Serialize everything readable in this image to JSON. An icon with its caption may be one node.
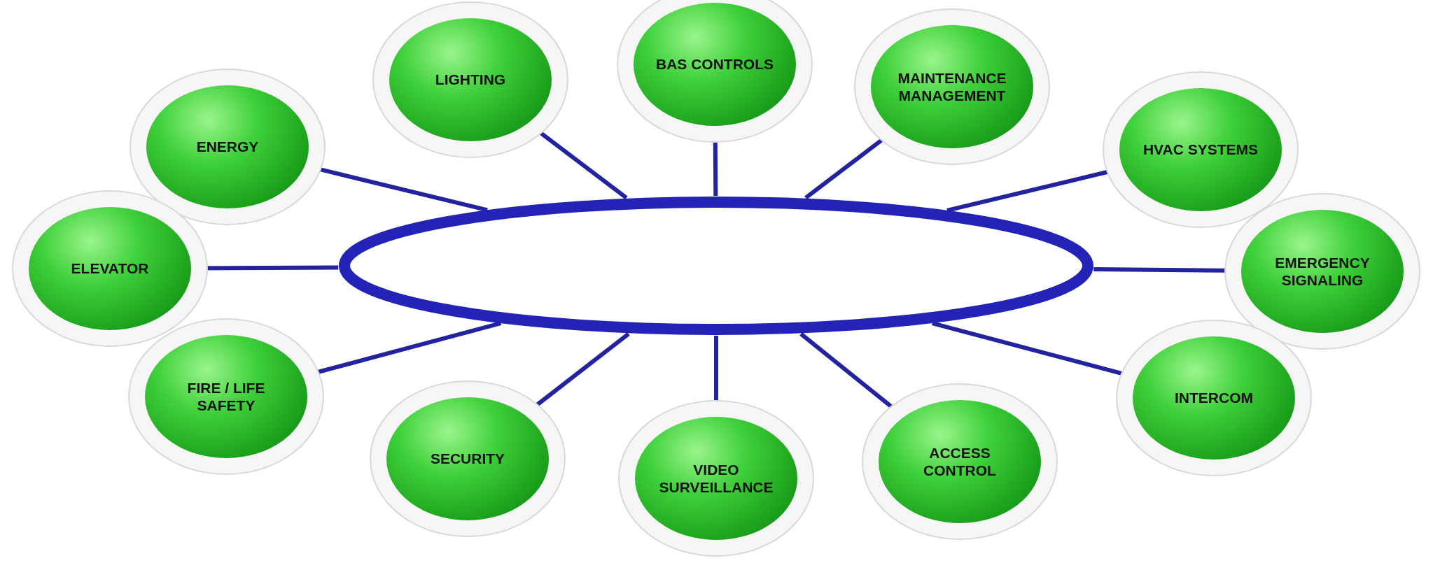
{
  "diagram": {
    "nodes": [
      {
        "text": [],
        "shape": "ellipse"
      },
      {
        "text": [
          "ENERGY"
        ]
      },
      {
        "text": [
          "LIGHTING"
        ]
      },
      {
        "text": [
          "BAS CONTROLS"
        ]
      },
      {
        "text": [
          "MAINTENANCE MANAGEMENT"
        ]
      },
      {
        "text": [
          "HVAC SYSTEMS"
        ]
      },
      {
        "text": [
          "ELEVATOR"
        ]
      },
      {
        "text": [
          "EMERGENCY SIGNALING"
        ]
      },
      {
        "text": [
          "FIRE / LIFE SAFETY"
        ]
      },
      {
        "text": [
          "INTERCOM"
        ]
      },
      {
        "text": [
          "SECURITY"
        ]
      },
      {
        "text": [
          "VIDEO SURVEILLANCE"
        ]
      },
      {
        "text": [
          "ACCESS CONTROL"
        ]
      }
    ],
    "edges": [
      {
        "from": 0,
        "to": 1,
        "arrow": "none"
      },
      {
        "from": 0,
        "to": 2,
        "arrow": "none"
      },
      {
        "from": 0,
        "to": 3,
        "arrow": "none"
      },
      {
        "from": 0,
        "to": 4,
        "arrow": "none"
      },
      {
        "from": 0,
        "to": 5,
        "arrow": "none"
      },
      {
        "from": 0,
        "to": 6,
        "arrow": "none"
      },
      {
        "from": 0,
        "to": 7,
        "arrow": "none"
      },
      {
        "from": 0,
        "to": 8,
        "arrow": "none"
      },
      {
        "from": 0,
        "to": 9,
        "arrow": "none"
      },
      {
        "from": 0,
        "to": 10,
        "arrow": "none"
      },
      {
        "from": 0,
        "to": 11,
        "arrow": "none"
      },
      {
        "from": 0,
        "to": 12,
        "arrow": "none"
      }
    ]
  }
}
